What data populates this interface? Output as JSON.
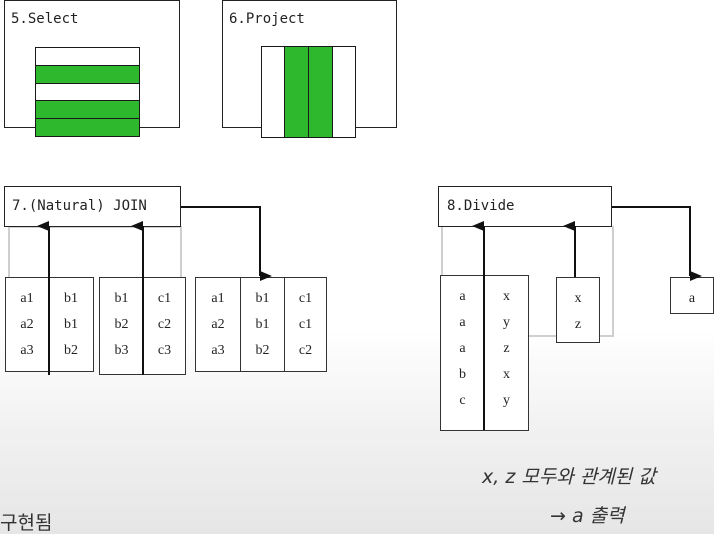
{
  "select": {
    "title": "5.Select"
  },
  "project": {
    "title": "6.Project"
  },
  "join": {
    "title": "7.(Natural) JOIN",
    "table1": [
      [
        "a1",
        "b1"
      ],
      [
        "a2",
        "b1"
      ],
      [
        "a3",
        "b2"
      ]
    ],
    "table2": [
      [
        "b1",
        "c1"
      ],
      [
        "b2",
        "c2"
      ],
      [
        "b3",
        "c3"
      ]
    ],
    "result": [
      [
        "a1",
        "b1",
        "c1"
      ],
      [
        "a2",
        "b1",
        "c1"
      ],
      [
        "a3",
        "b2",
        "c2"
      ]
    ]
  },
  "divide": {
    "title": "8.Divide",
    "dividend": [
      [
        "a",
        "x"
      ],
      [
        "a",
        "y"
      ],
      [
        "a",
        "z"
      ],
      [
        "b",
        "x"
      ],
      [
        "c",
        "y"
      ]
    ],
    "divisor": [
      "x",
      "z"
    ],
    "result": [
      "a"
    ]
  },
  "notes": {
    "line1": "x, z 모두와 관계된 값",
    "line2": "→ a 출력",
    "left_fragment": "구현됨"
  }
}
